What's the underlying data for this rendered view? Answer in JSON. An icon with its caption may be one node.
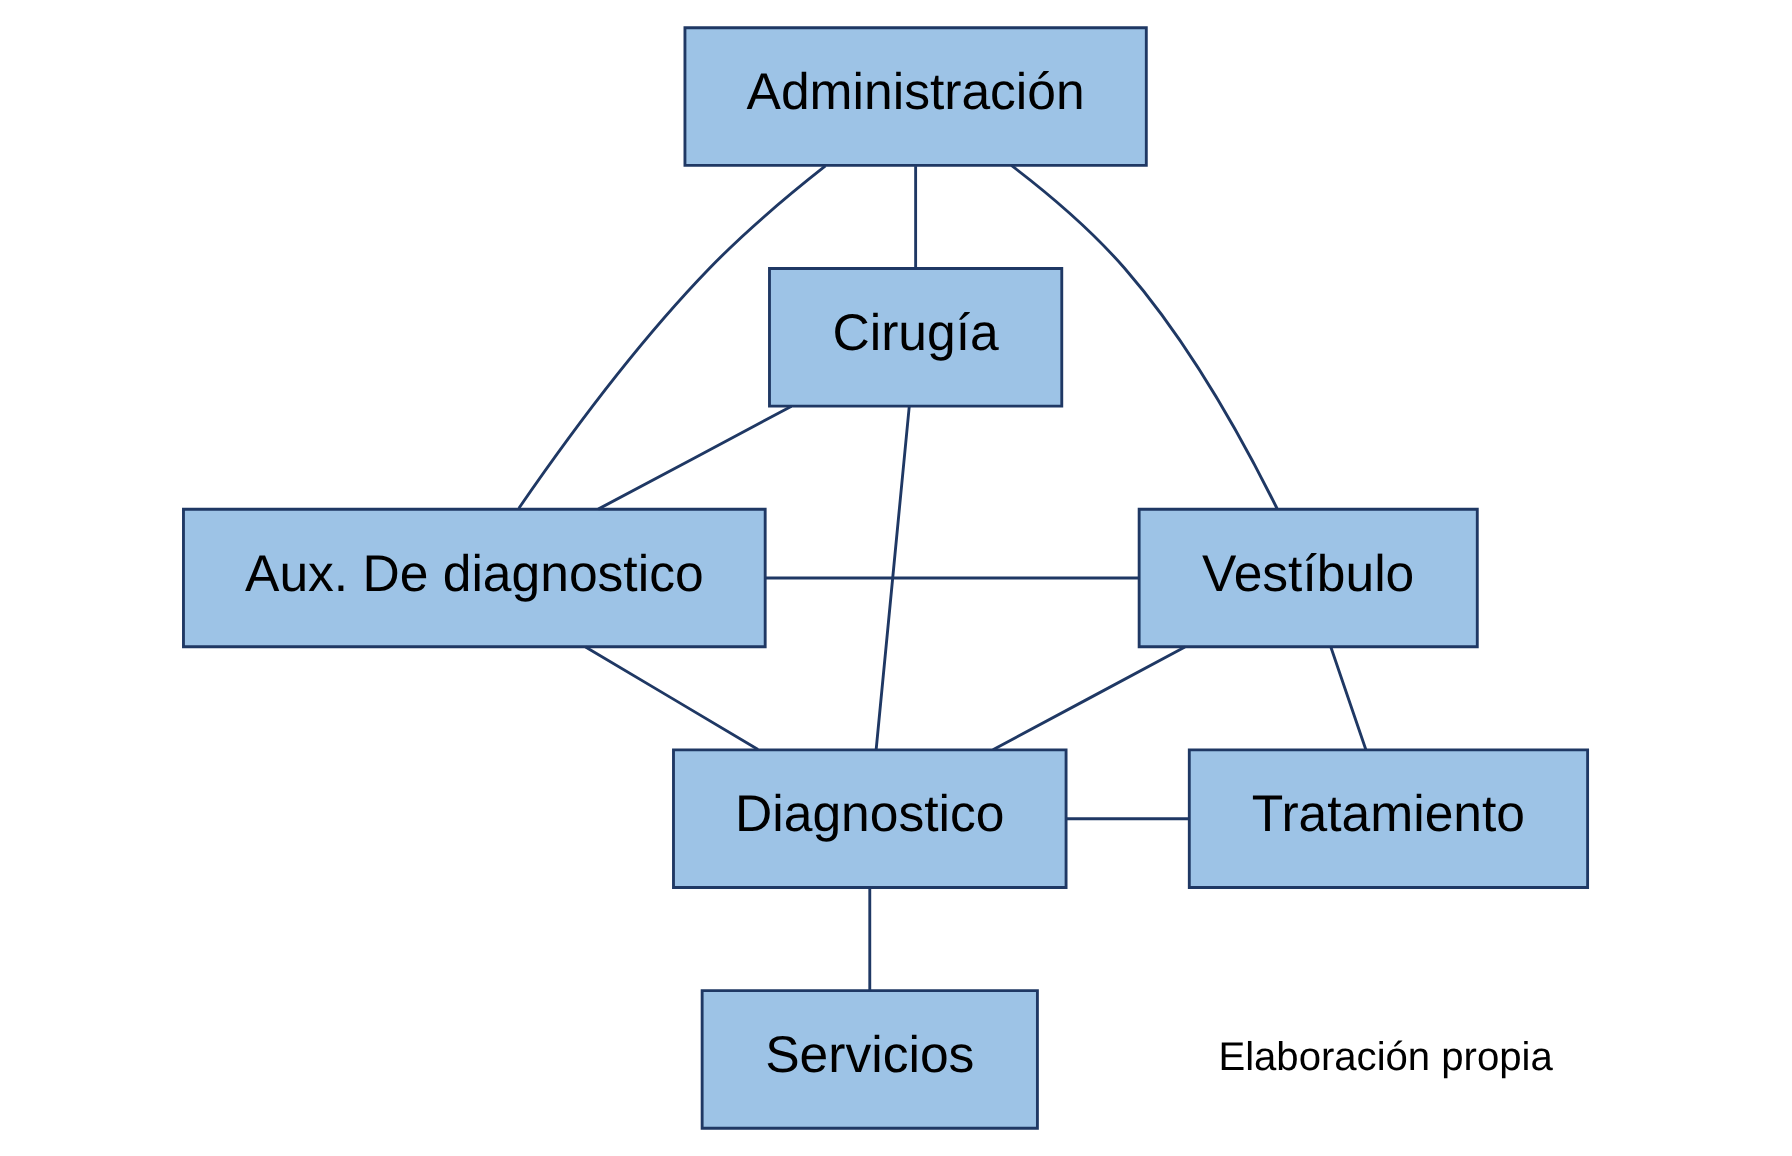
{
  "diagram": {
    "nodes": [
      {
        "text": [
          "Administración"
        ]
      },
      {
        "text": [
          "Aux. De diagnostico"
        ]
      },
      {
        "text": [
          "Vestíbulo"
        ]
      },
      {
        "text": [
          "Cirugía"
        ]
      },
      {
        "text": [
          "Diagnostico"
        ]
      },
      {
        "text": [
          "Tratamiento"
        ]
      },
      {
        "text": [
          "Servicios"
        ]
      }
    ],
    "edges": [
      {
        "from": 0,
        "to": 3,
        "arrow": "none"
      },
      {
        "from": 0,
        "to": 1,
        "arrow": "none"
      },
      {
        "from": 0,
        "to": 2,
        "arrow": "none"
      },
      {
        "from": 1,
        "to": 2,
        "arrow": "none"
      },
      {
        "from": 3,
        "to": 1,
        "arrow": "none"
      },
      {
        "from": 1,
        "to": 4,
        "arrow": "none"
      },
      {
        "from": 3,
        "to": 4,
        "arrow": "none"
      },
      {
        "from": 4,
        "to": 2,
        "arrow": "none"
      },
      {
        "from": 4,
        "to": 5,
        "arrow": "none"
      },
      {
        "from": 2,
        "to": 5,
        "arrow": "none"
      },
      {
        "from": 4,
        "to": 6,
        "arrow": "none"
      }
    ],
    "labels": [
      "Elaboración propia"
    ]
  }
}
